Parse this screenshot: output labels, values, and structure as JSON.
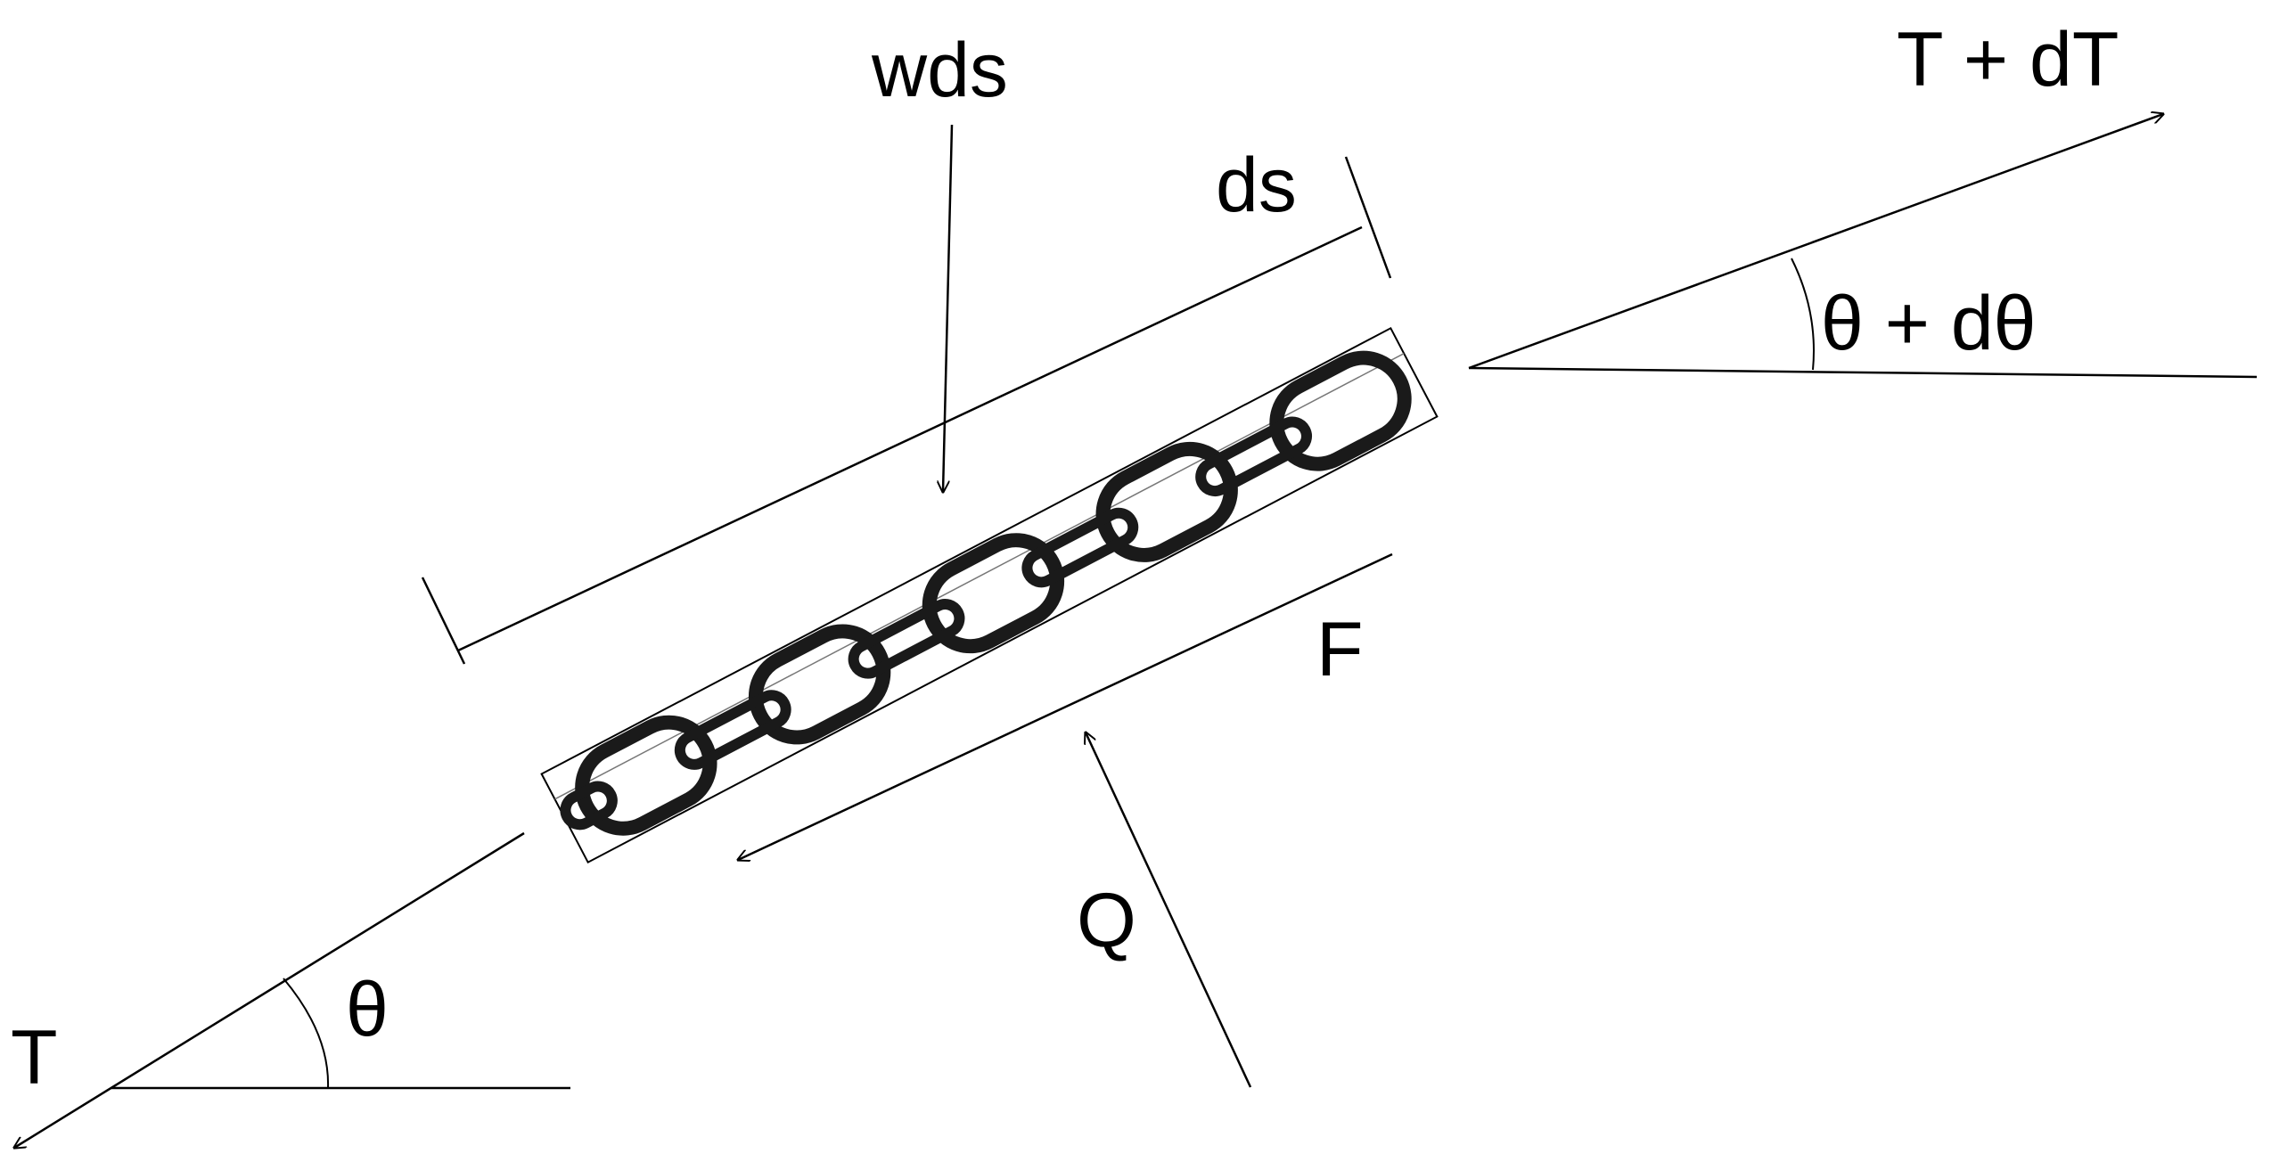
{
  "labels": {
    "weight": "wds",
    "length": "ds",
    "tension_end": "T + dT",
    "angle_end": "θ + dθ",
    "friction": "F",
    "normal": "Q",
    "tension_start": "T",
    "angle_start": "θ"
  },
  "colors": {
    "stroke": "#000000",
    "background": "#ffffff"
  }
}
